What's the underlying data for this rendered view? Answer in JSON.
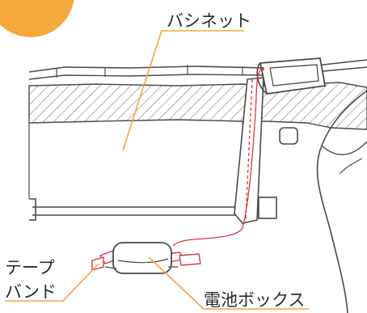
{
  "labels": {
    "bassinet": "バシネット",
    "tape_band_line1": "テープ",
    "tape_band_line2": "バンド",
    "battery_box": "電池ボックス"
  },
  "colors": {
    "accent_orange": "#f5a93a",
    "leader_line": "#f4a43c",
    "cable_red": "#d9344a",
    "outline": "#4a4a4a",
    "hatch": "#7a7a7a",
    "background": "#ffffff"
  },
  "icons": {
    "corner": "orange-circle",
    "device": "sensor-unit-icon",
    "battery": "battery-box-icon"
  }
}
